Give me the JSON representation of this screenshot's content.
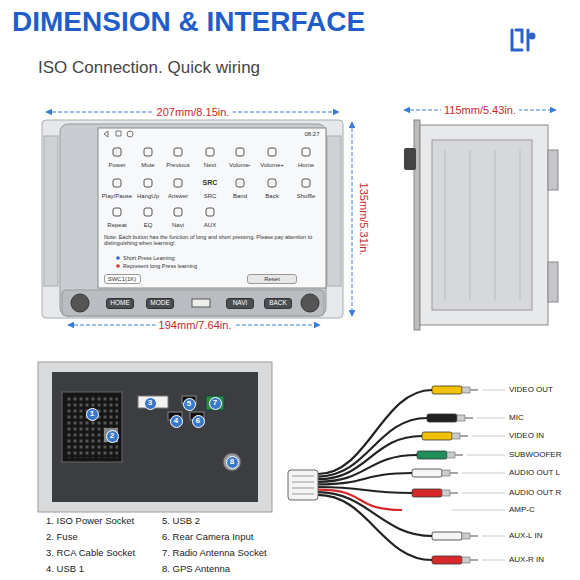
{
  "diagram": {
    "title": "DIMENSION & INTERFACE",
    "nodes": [
      {
        "text": [
          "SWC1(1K)"
        ]
      },
      {
        "text": [
          "Reset"
        ]
      },
      {
        "text": [
          "HOME"
        ]
      },
      {
        "text": [
          "MODE"
        ]
      },
      {
        "text": [
          "NAVI"
        ]
      },
      {
        "text": [
          "BACK"
        ]
      },
      {
        "text": [
          "1"
        ]
      },
      {
        "text": [
          "2"
        ]
      },
      {
        "text": [
          "3"
        ]
      },
      {
        "text": [
          "4"
        ]
      },
      {
        "text": [
          "5"
        ]
      },
      {
        "text": [
          "6"
        ]
      },
      {
        "text": [
          "7"
        ]
      },
      {
        "text": [
          "8"
        ]
      }
    ],
    "labels": [
      "ISO Connection. Quick wiring",
      "207mm/8.15in.",
      "135mm/5.31in.",
      "115mm/5.43in.",
      "194mm/7.64in.",
      "08:27",
      "Power",
      "Mute",
      "Previous",
      "Next",
      "Volume-",
      "Volume+",
      "Home",
      "Play/Pause",
      "HangUp",
      "Answer",
      "SRC",
      "SRC",
      "Band",
      "Back",
      "Shuffle",
      "Repeat",
      "EQ",
      "Navi",
      "AUX",
      "Note: Each button has the function of long and short pressing. Please pay attention to distinguishing when learning!",
      "Short Press Learning",
      "Represent long Press learning",
      "1. ISO Power Socket",
      "2. Fuse",
      "3. RCA Cable Socket",
      "4. USB 1",
      "5. USB 2",
      "6. Rear Camera Input",
      "7. Radio Antenna Socket",
      "8. GPS Antenna",
      "VIDEO OUT",
      "MIC",
      "VIDEO IN",
      "SUBWOOFER",
      "AUDIO OUT L",
      "AUDIO OUT R",
      "AMP-C",
      "AUX-L IN",
      "AUX-R IN"
    ]
  }
}
